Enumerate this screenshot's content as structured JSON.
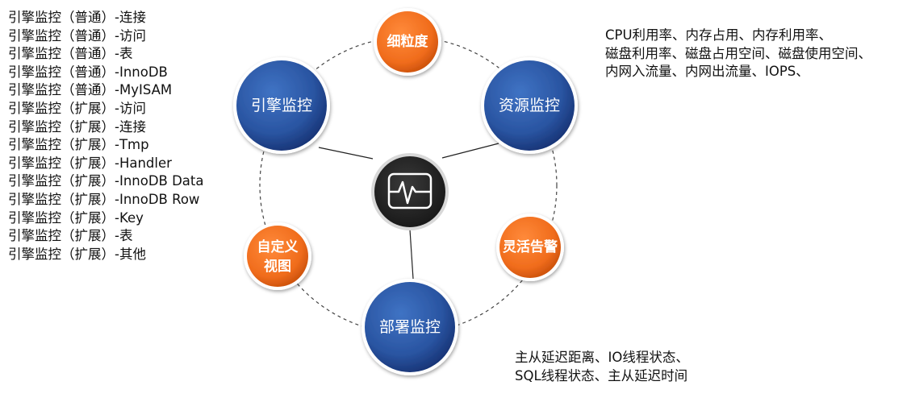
{
  "engine_metrics": [
    "引擎监控（普通）-连接",
    "引擎监控（普通）-访问",
    "引擎监控（普通）-表",
    "引擎监控（普通）-InnoDB",
    "引擎监控（普通）-MyISAM",
    "引擎监控（扩展）-访问",
    "引擎监控（扩展）-连接",
    "引擎监控（扩展）-Tmp",
    "引擎监控（扩展）-Handler",
    "引擎监控（扩展）-InnoDB Data",
    "引擎监控（扩展）-InnoDB Row",
    "引擎监控（扩展）-Key",
    "引擎监控（扩展）-表",
    "引擎监控（扩展）-其他"
  ],
  "resource_metrics": [
    "CPU利用率、内存占用、内存利用率、",
    "磁盘利用率、磁盘占用空间、磁盘使用空间、",
    "内网入流量、内网出流量、IOPS、"
  ],
  "deploy_metrics": [
    "主从延迟距离、IO线程状态、",
    "SQL线程状态、主从延迟时间"
  ],
  "nodes": {
    "fine_grain": "细粒度",
    "resource": "资源监控",
    "engine": "引擎监控",
    "alert": "灵活告警",
    "custom_line1": "自定义",
    "custom_line2": "视图",
    "deploy": "部署监控"
  },
  "center_icon": "pulse-monitor-icon",
  "colors": {
    "blue_node": "#2d5aa8",
    "blue_node_dark": "#17336e",
    "orange_node": "#f07020",
    "orange_node_dark": "#c0500c",
    "center_icon": "#222222"
  }
}
